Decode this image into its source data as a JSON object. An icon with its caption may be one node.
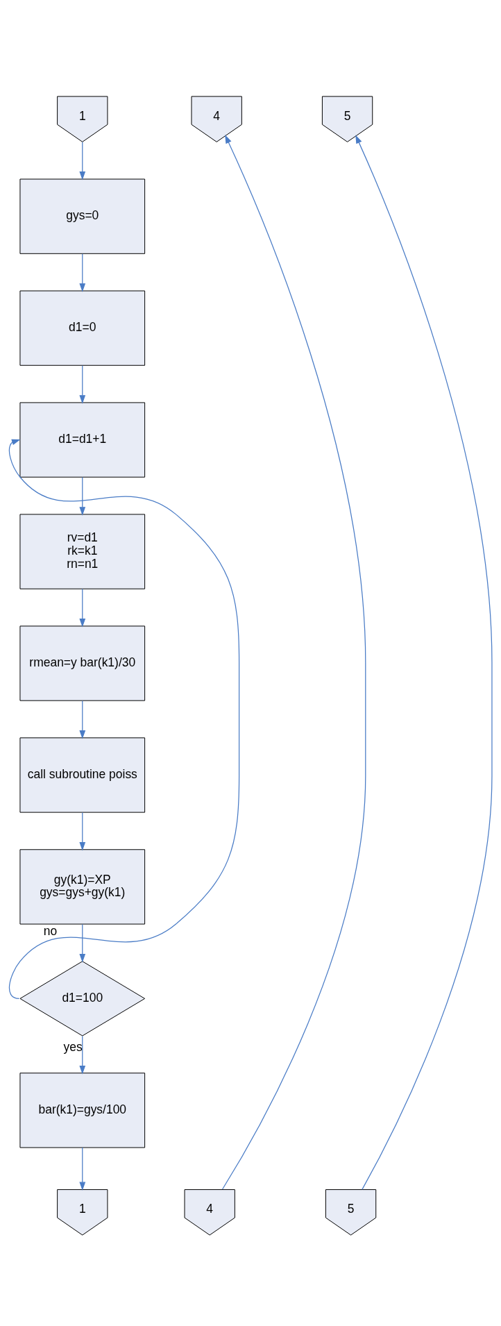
{
  "diagram": {
    "nodes": [
      {
        "text": [
          "1"
        ]
      },
      {
        "text": [
          "4"
        ]
      },
      {
        "text": [
          "5"
        ]
      },
      {
        "text": [
          "gys=0"
        ]
      },
      {
        "text": [
          "d1=0"
        ]
      },
      {
        "text": [
          "d1=d1+1"
        ]
      },
      {
        "text": [
          "rv=d1",
          "rk=k1",
          "rn=n1"
        ]
      },
      {
        "text": [
          "rmean=y bar(k1)/30"
        ]
      },
      {
        "text": [
          "call subroutine poiss"
        ]
      },
      {
        "text": [
          "gy(k1)=XP",
          "gys=gys+gy(k1)"
        ]
      },
      {
        "text": [
          "d1=100"
        ]
      },
      {
        "text": [
          "bar(k1)=gys/100"
        ]
      },
      {
        "text": [
          "1"
        ]
      },
      {
        "text": [
          "4"
        ]
      },
      {
        "text": [
          "5"
        ]
      }
    ],
    "edges": [
      {
        "from": 0,
        "to": 3,
        "arrow": "to"
      },
      {
        "from": 3,
        "to": 4,
        "arrow": "to"
      },
      {
        "from": 4,
        "to": 5,
        "arrow": "to"
      },
      {
        "from": 5,
        "to": 6,
        "arrow": "to"
      },
      {
        "from": 6,
        "to": 7,
        "arrow": "to"
      },
      {
        "from": 7,
        "to": 8,
        "arrow": "to"
      },
      {
        "from": 8,
        "to": 9,
        "arrow": "to"
      },
      {
        "from": 9,
        "to": 10,
        "arrow": "to"
      },
      {
        "from": 10,
        "to": 5,
        "arrow": "to",
        "label": "no"
      },
      {
        "from": 10,
        "to": 11,
        "arrow": "to",
        "label": "yes"
      },
      {
        "from": 11,
        "to": 12,
        "arrow": "to"
      },
      {
        "from": 13,
        "to": 1,
        "arrow": "to"
      },
      {
        "from": 14,
        "to": 2,
        "arrow": "to"
      }
    ]
  }
}
